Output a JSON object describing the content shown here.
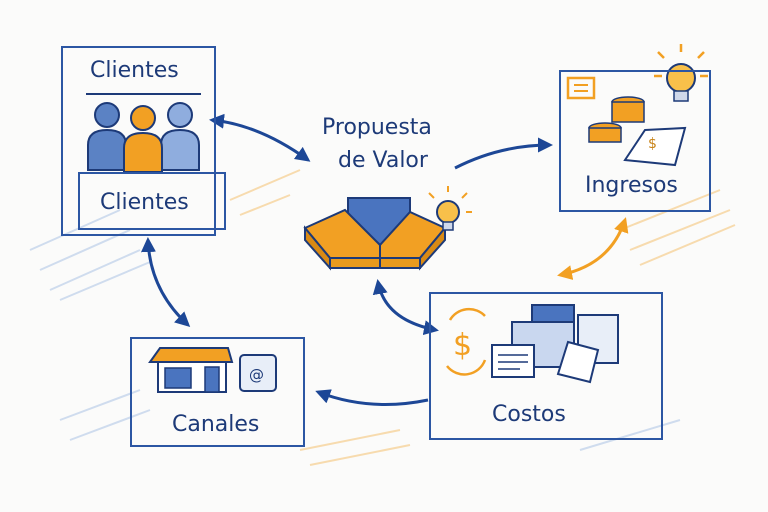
{
  "diagram": {
    "type": "business-model-flow",
    "colors": {
      "blue": "#2c56a3",
      "dark_blue": "#1d3a78",
      "orange": "#f2a023",
      "light_blue": "#7fa3d8"
    },
    "nodes": {
      "clientes": {
        "header": "Clientes",
        "label": "Clientes",
        "icon": "people-group-icon"
      },
      "propuesta": {
        "label_line1": "Propuesta",
        "label_line2": "de Valor",
        "icon": "value-box-icon"
      },
      "ingresos": {
        "label": "Ingresos",
        "icon": "coins-invoice-icon"
      },
      "costos": {
        "label": "Costos",
        "icon": "documents-cost-icon"
      },
      "canales": {
        "label": "Canales",
        "icon": "storefront-icon"
      }
    },
    "edges": [
      {
        "from": "clientes",
        "to": "propuesta",
        "direction": "bidirectional",
        "color": "blue"
      },
      {
        "from": "propuesta",
        "to": "ingresos",
        "direction": "forward",
        "color": "blue"
      },
      {
        "from": "ingresos",
        "to": "costos",
        "direction": "bidirectional",
        "color": "orange"
      },
      {
        "from": "propuesta",
        "to": "costos",
        "direction": "bidirectional",
        "color": "blue"
      },
      {
        "from": "costos",
        "to": "canales",
        "direction": "forward",
        "color": "blue"
      },
      {
        "from": "clientes",
        "to": "canales",
        "direction": "bidirectional",
        "color": "blue"
      }
    ]
  }
}
